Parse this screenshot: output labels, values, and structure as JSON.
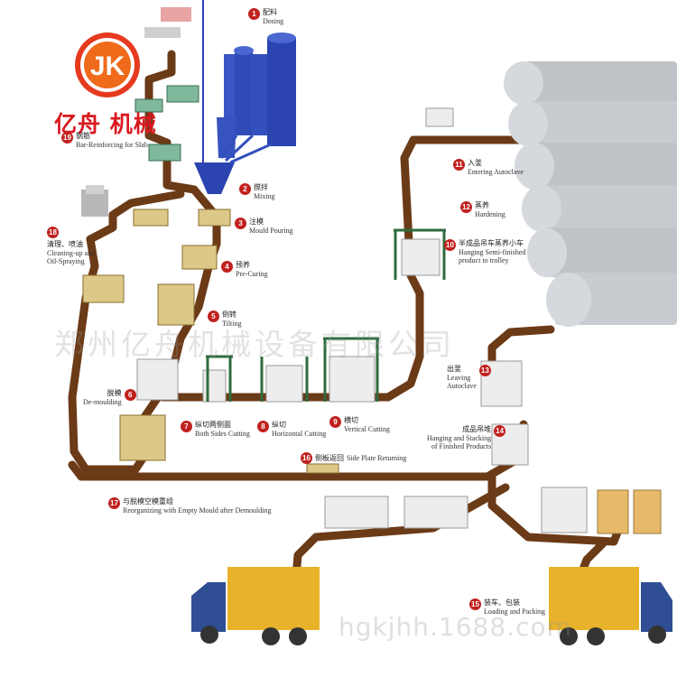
{
  "brand": {
    "logo_letters": "JK",
    "name": "亿舟 机械"
  },
  "watermarks": {
    "center": "郑州亿舟机械设备有限公司",
    "bottom": "hgkjhh.1688.com"
  },
  "colors": {
    "conveyor": "#6b3a17",
    "badge": "#c0211f",
    "brand": "#d8191f",
    "mould": "#dcc98a",
    "autoclave": "#bfc3c8",
    "truck_box": "#e8b22a",
    "truck_cab": "#2f4e94"
  },
  "steps": [
    {
      "num": "1",
      "cn": "配料",
      "en": "Dosing"
    },
    {
      "num": "2",
      "cn": "搅拌",
      "en": "Mixing"
    },
    {
      "num": "3",
      "cn": "注模",
      "en": "Mould Pouring"
    },
    {
      "num": "4",
      "cn": "预养",
      "en": "Pre-Curing"
    },
    {
      "num": "5",
      "cn": "倒转",
      "en": "Tilting"
    },
    {
      "num": "6",
      "cn": "脱模",
      "en": "De-moulding"
    },
    {
      "num": "7",
      "cn": "纵切两侧面",
      "en": "Both Sides Cutting"
    },
    {
      "num": "8",
      "cn": "纵切",
      "en": "Horizontal Cutting"
    },
    {
      "num": "9",
      "cn": "横切",
      "en": "Vertical Cutting"
    },
    {
      "num": "10",
      "cn": "半成品吊车蒸养小车",
      "en": "Hanging Semi-finished",
      "en2": "product to trolley"
    },
    {
      "num": "11",
      "cn": "入釜",
      "en": "Entering Autoclave"
    },
    {
      "num": "12",
      "cn": "蒸养",
      "en": "Hardening"
    },
    {
      "num": "13",
      "cn": "出釜",
      "en": "Leaving",
      "en2": "Autoclave"
    },
    {
      "num": "14",
      "cn": "成品吊堆",
      "en": "Hanging and Stacking",
      "en2": "of Finished Products"
    },
    {
      "num": "15",
      "cn": "装车、包装",
      "en": "Loading and Packing"
    },
    {
      "num": "16",
      "cn": "侧板返回",
      "en": "Side Plate Returning"
    },
    {
      "num": "17",
      "cn": "与脱模空模重组",
      "en": "Reorganizing with Empty Mould after Demoulding"
    },
    {
      "num": "18",
      "cn": "清理、喷油",
      "en": "Cleaning-up and",
      "en2": "Oil-Spraying"
    },
    {
      "num": "19",
      "cn": "钢筋",
      "en": "Bar-Reinforcing for Slab"
    }
  ]
}
